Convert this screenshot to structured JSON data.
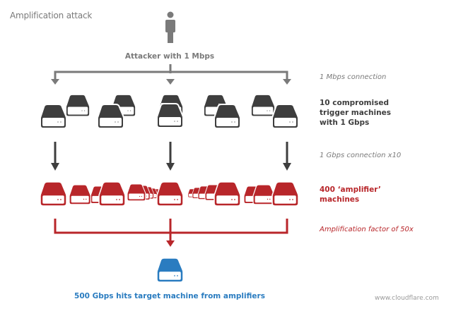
{
  "title": "Amplification attack",
  "attacker": {
    "label": "Attacker with 1 Mbps",
    "icon": "person-icon"
  },
  "annotations": {
    "attacker_connection": "1 Mbps connection",
    "trigger_label_lines": [
      "10 compromised",
      "trigger machines",
      "with 1 Gbps"
    ],
    "trigger_connection": "1 Gbps connection x10",
    "amplifier_label_lines": [
      "400 ‘amplifier’",
      "machines"
    ],
    "amplification_factor": "Amplification factor of 50x"
  },
  "target": {
    "label": "500 Gbps hits target machine from amplifiers",
    "icon": "server-icon"
  },
  "credit": "www.cloudflare.com",
  "colors": {
    "attacker": "#7a7a7a",
    "trigger": "#3e3e3e",
    "amplifier": "#b8262a",
    "target": "#2a7cc0",
    "connector_gray": "#7a7a7a",
    "connector_dark": "#3e3e3e"
  },
  "counts": {
    "trigger_machines": 10,
    "amplifier_machines": 400,
    "target_machines": 1
  }
}
